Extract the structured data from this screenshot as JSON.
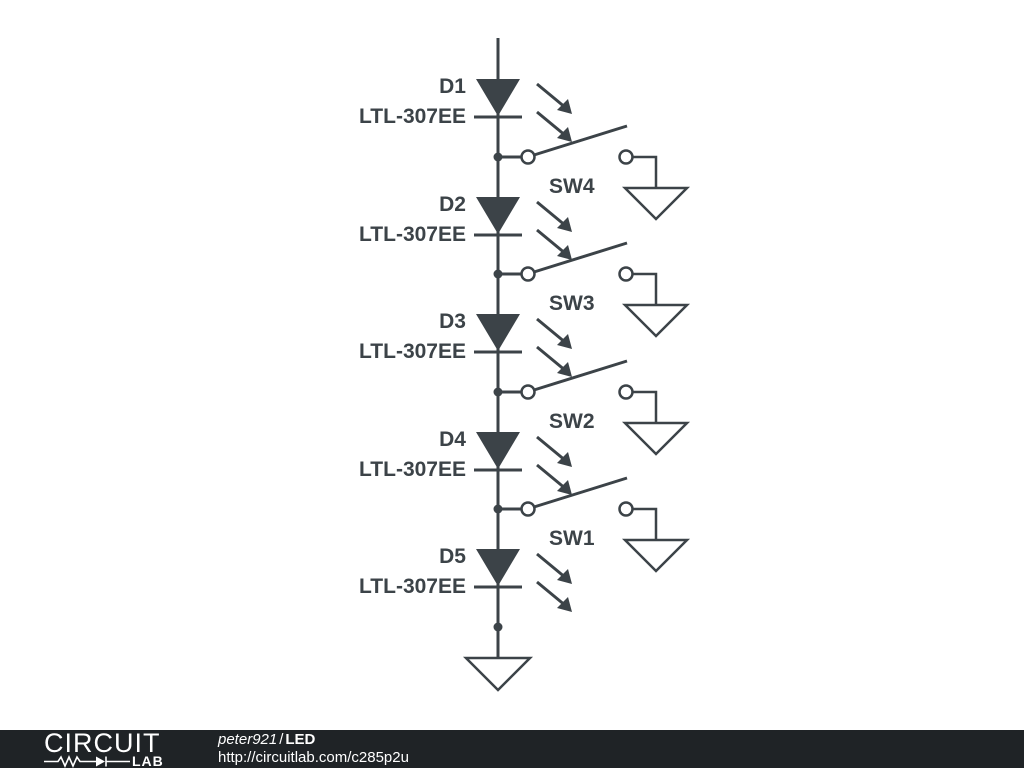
{
  "diodes": [
    {
      "ref": "D1",
      "part": "LTL-307EE"
    },
    {
      "ref": "D2",
      "part": "LTL-307EE"
    },
    {
      "ref": "D3",
      "part": "LTL-307EE"
    },
    {
      "ref": "D4",
      "part": "LTL-307EE"
    },
    {
      "ref": "D5",
      "part": "LTL-307EE"
    }
  ],
  "switches": [
    "SW4",
    "SW3",
    "SW2",
    "SW1"
  ],
  "footer": {
    "logo_top": "CIRCUIT",
    "logo_bottom": "LAB",
    "author": "peter921",
    "separator": "/",
    "title": "LED",
    "url": "http://circuitlab.com/c285p2u"
  },
  "colors": {
    "ink": "#3c4348",
    "footer_bg": "#1f2326",
    "footer_text": "#ffffff"
  }
}
